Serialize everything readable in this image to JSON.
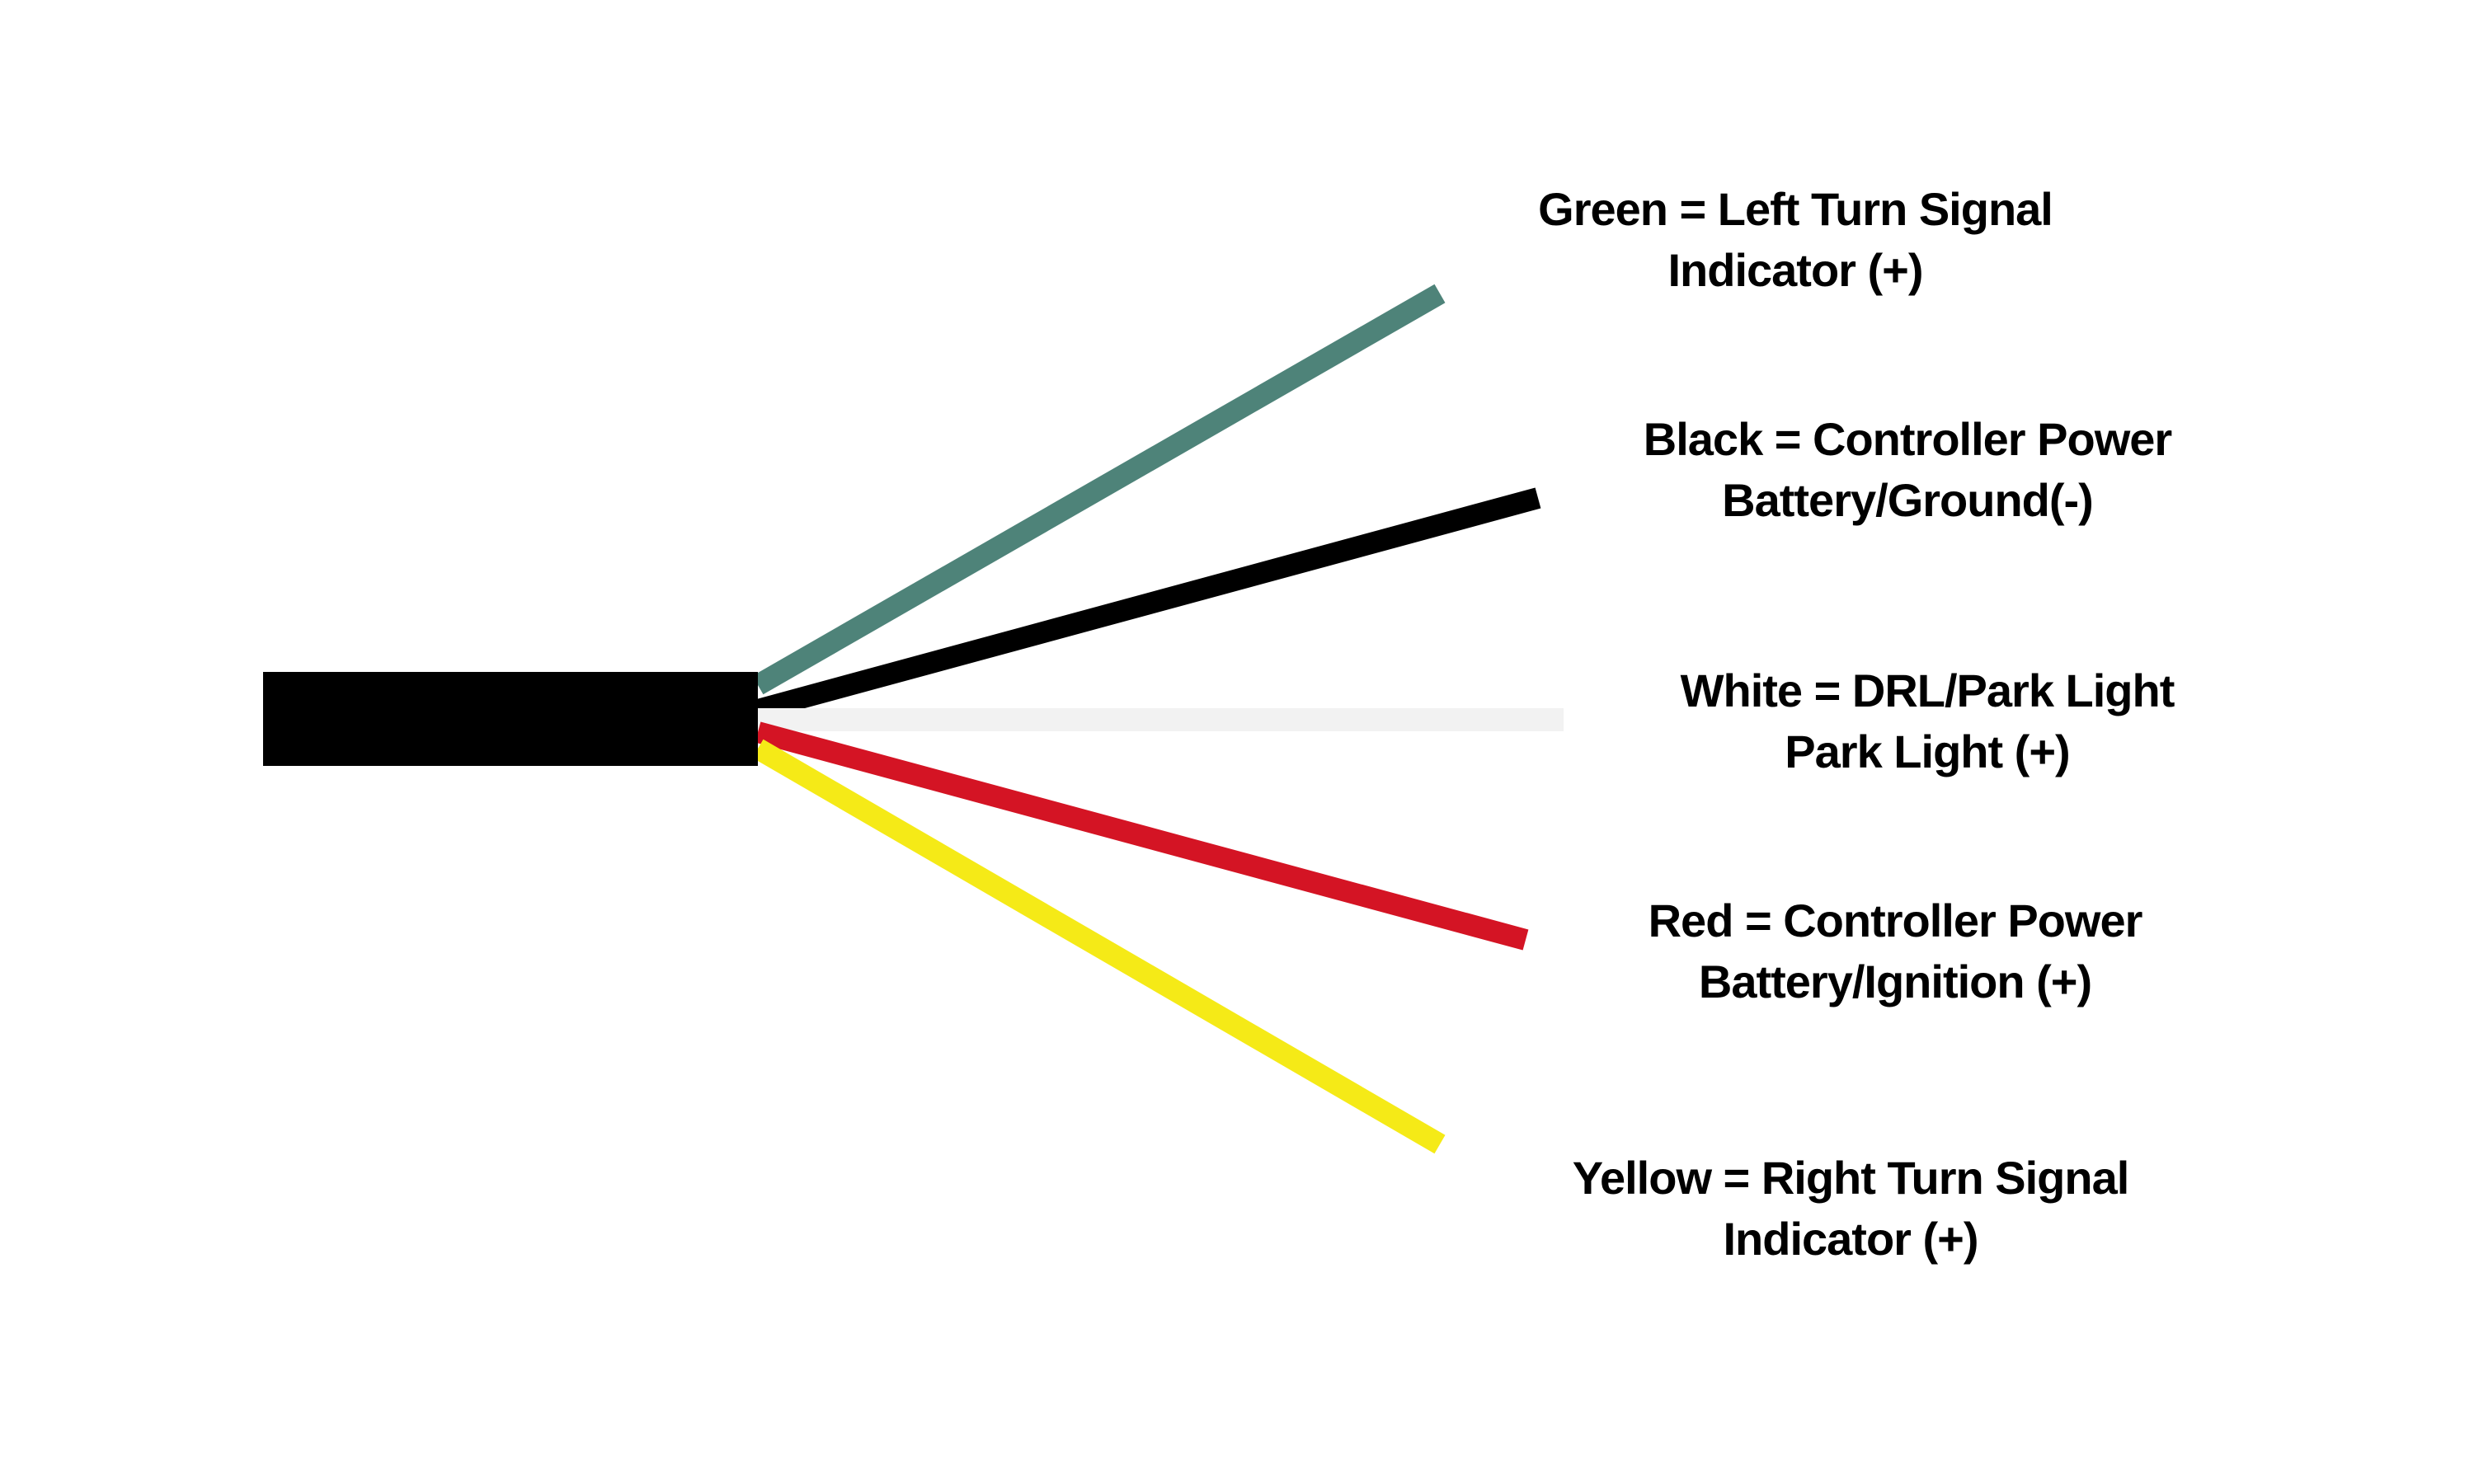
{
  "wires": [
    {
      "color_name": "green",
      "color": "#4e8379",
      "line1": "Green = Left Turn Signal",
      "line2": "Indicator (+)"
    },
    {
      "color_name": "black",
      "color": "#000000",
      "line1": "Black = Controller Power",
      "line2": "Battery/Ground(-)"
    },
    {
      "color_name": "white",
      "color": "#f2f2f2",
      "line1": "White = DRL/Park Light",
      "line2": "Park Light (+)"
    },
    {
      "color_name": "red",
      "color": "#d41424",
      "line1": "Red = Controller Power",
      "line2": "Battery/Ignition (+)"
    },
    {
      "color_name": "yellow",
      "color": "#f5ea17",
      "line1": "Yellow = Right Turn Signal",
      "line2": "Indicator (+)"
    }
  ],
  "cable_color": "#000000"
}
